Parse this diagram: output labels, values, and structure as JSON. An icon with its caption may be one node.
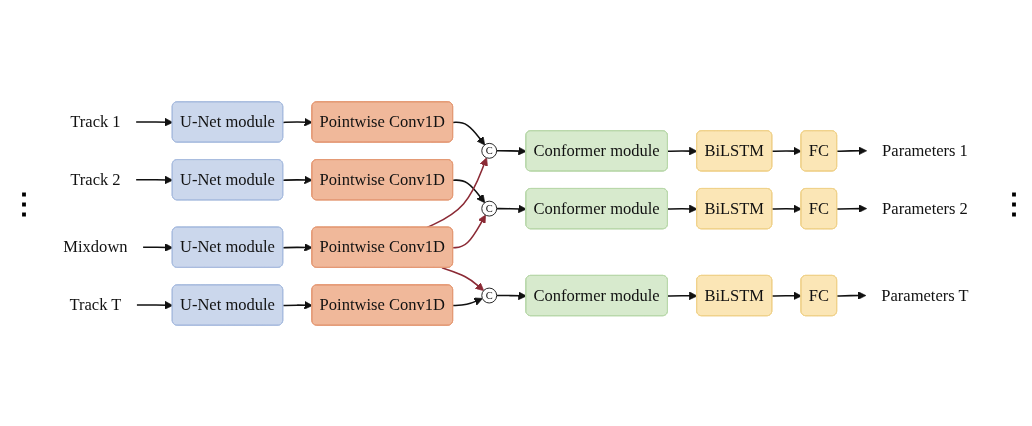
{
  "diagram": {
    "nodes": [
      {
        "text": [
          "Track 1"
        ]
      },
      {
        "text": [
          "U-Net module"
        ]
      },
      {
        "text": [
          "Pointwise Conv1D"
        ]
      },
      {
        "text": [
          "C"
        ]
      },
      {
        "text": [
          "Conformer module"
        ]
      },
      {
        "text": [
          "BiLSTM"
        ]
      },
      {
        "text": [
          "FC"
        ]
      },
      {
        "text": [
          "Parameters 1"
        ]
      },
      {
        "text": [
          "Track 2"
        ]
      },
      {
        "text": [
          "U-Net module"
        ]
      },
      {
        "text": [
          "Pointwise Conv1D"
        ]
      },
      {
        "text": [
          "C"
        ]
      },
      {
        "text": [
          "Conformer module"
        ]
      },
      {
        "text": [
          "BiLSTM"
        ]
      },
      {
        "text": [
          "FC"
        ]
      },
      {
        "text": [
          "Parameters 2"
        ]
      },
      {
        "text": [
          "Track T"
        ]
      },
      {
        "text": [
          "U-Net module"
        ]
      },
      {
        "text": [
          "Pointwise Conv1D"
        ]
      },
      {
        "text": [
          "C"
        ]
      },
      {
        "text": [
          "Conformer module"
        ]
      },
      {
        "text": [
          "BiLSTM"
        ]
      },
      {
        "text": [
          "FC"
        ]
      },
      {
        "text": [
          "Parameters T"
        ]
      },
      {
        "text": [
          "Mixdown"
        ]
      },
      {
        "text": [
          "U-Net module"
        ]
      },
      {
        "text": [
          "Pointwise Conv1D"
        ]
      }
    ],
    "edges": [
      {
        "from": 0,
        "to": 1,
        "arrow": "to"
      },
      {
        "from": 1,
        "to": 2,
        "arrow": "to"
      },
      {
        "from": 2,
        "to": 3,
        "arrow": "to"
      },
      {
        "from": 3,
        "to": 4,
        "arrow": "to"
      },
      {
        "from": 4,
        "to": 5,
        "arrow": "to"
      },
      {
        "from": 5,
        "to": 6,
        "arrow": "to"
      },
      {
        "from": 6,
        "to": 7,
        "arrow": "to"
      },
      {
        "from": 8,
        "to": 9,
        "arrow": "to"
      },
      {
        "from": 9,
        "to": 10,
        "arrow": "to"
      },
      {
        "from": 10,
        "to": 11,
        "arrow": "to"
      },
      {
        "from": 11,
        "to": 12,
        "arrow": "to"
      },
      {
        "from": 12,
        "to": 13,
        "arrow": "to"
      },
      {
        "from": 13,
        "to": 14,
        "arrow": "to"
      },
      {
        "from": 14,
        "to": 15,
        "arrow": "to"
      },
      {
        "from": 16,
        "to": 17,
        "arrow": "to"
      },
      {
        "from": 17,
        "to": 18,
        "arrow": "to"
      },
      {
        "from": 18,
        "to": 19,
        "arrow": "to"
      },
      {
        "from": 19,
        "to": 20,
        "arrow": "to"
      },
      {
        "from": 20,
        "to": 21,
        "arrow": "to"
      },
      {
        "from": 21,
        "to": 22,
        "arrow": "to"
      },
      {
        "from": 22,
        "to": 23,
        "arrow": "to"
      },
      {
        "from": 24,
        "to": 25,
        "arrow": "to"
      },
      {
        "from": 25,
        "to": 26,
        "arrow": "to"
      },
      {
        "from": 26,
        "to": 3,
        "arrow": "to",
        "color": "#8b2a35"
      },
      {
        "from": 26,
        "to": 11,
        "arrow": "to",
        "color": "#8b2a35"
      },
      {
        "from": 26,
        "to": 19,
        "arrow": "to",
        "color": "#8b2a35"
      }
    ],
    "labels": [
      "⋮",
      "⋮"
    ]
  }
}
